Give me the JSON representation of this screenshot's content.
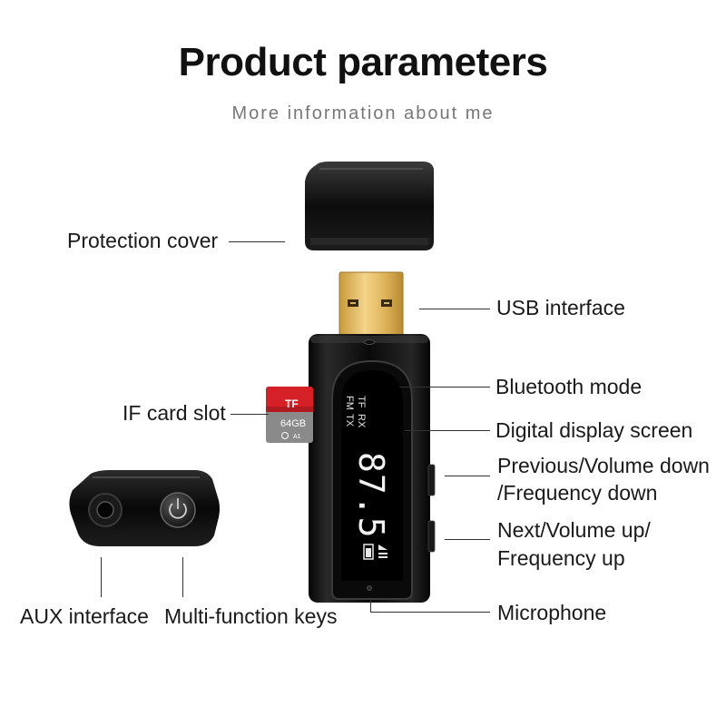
{
  "header": {
    "title": "Product parameters",
    "subtitle": "More information about me"
  },
  "labels": {
    "protection_cover": "Protection cover",
    "usb_interface": "USB interface",
    "bluetooth_mode": "Bluetooth mode",
    "if_card_slot": "IF card slot",
    "digital_display_screen": "Digital display screen",
    "prev_line1": "Previous/Volume down",
    "prev_line2": "/Frequency down",
    "next_line1": "Next/Volume up/",
    "next_line2": "Frequency up",
    "microphone": "Microphone",
    "aux_interface": "AUX interface",
    "multi_function_keys": "Multi-function keys"
  },
  "device": {
    "display_indicators": [
      "TF",
      "RX",
      "FM",
      "TX"
    ],
    "display_digits": "87.5",
    "card_brand": "TF",
    "card_capacity": "64GB",
    "card_class": "A1"
  }
}
